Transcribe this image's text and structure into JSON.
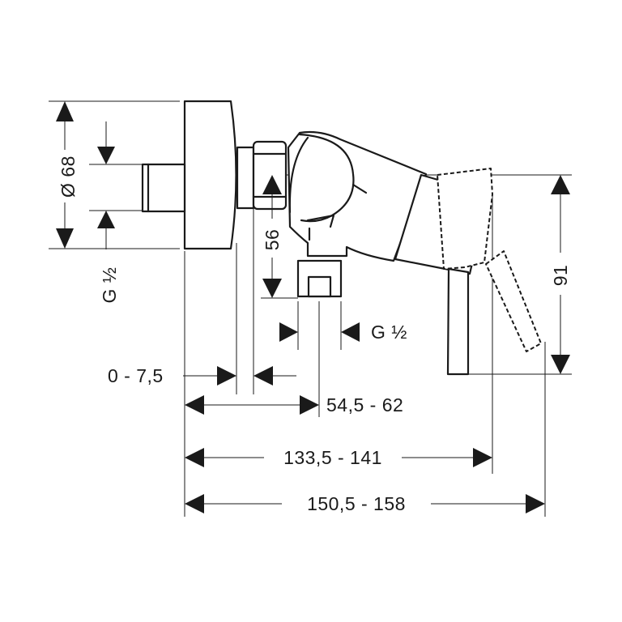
{
  "drawing": {
    "dimensions": {
      "diameter": "Ø 68",
      "thread_left": "G ½",
      "height_56": "56",
      "thread_outlet": "G ½",
      "height_91": "91",
      "offset_range": "0 - 7,5",
      "depth_range": "54,5 - 62",
      "lever_range": "133,5 - 141",
      "total_range": "150,5 - 158"
    }
  }
}
